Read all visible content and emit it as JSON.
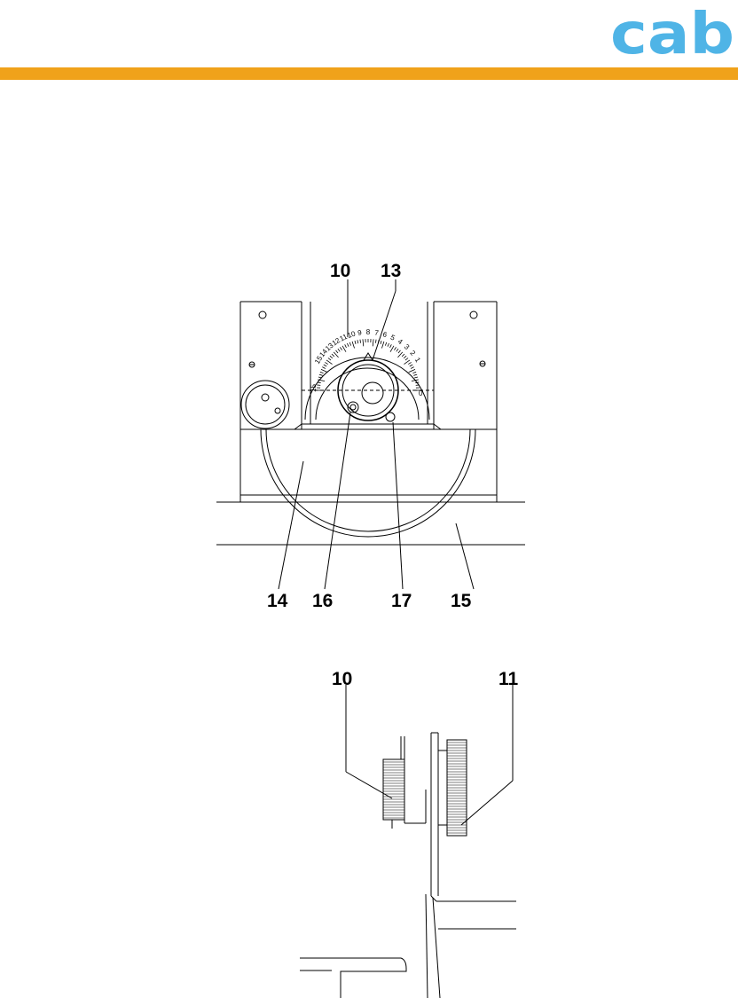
{
  "header": {
    "logo_text": "cab",
    "logo_color": "#4fb4e6",
    "rule_color": "#f0a21a"
  },
  "figure_top": {
    "callouts": {
      "c10": "10",
      "c13": "13",
      "c14": "14",
      "c16": "16",
      "c17": "17",
      "c15": "15"
    },
    "scale_labels": [
      "15",
      "14",
      "13",
      "12",
      "11",
      "10",
      "9",
      "8",
      "7",
      "6",
      "5",
      "4",
      "3",
      "2",
      "1"
    ],
    "scale_end_left": "15",
    "scale_end_right": "0"
  },
  "figure_bottom": {
    "callouts": {
      "c10": "10",
      "c11": "11"
    }
  }
}
